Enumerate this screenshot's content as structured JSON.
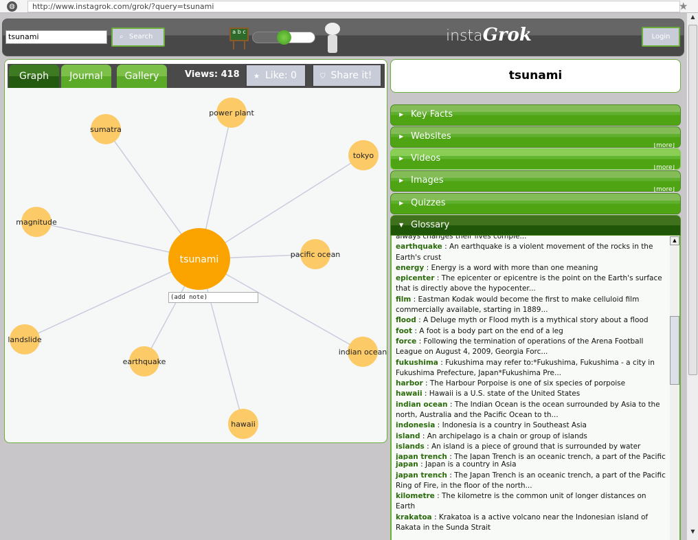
{
  "browser": {
    "url": "http://www.instagrok.com/grok/?query=tsunami"
  },
  "header": {
    "search_value": "tsunami",
    "search_label": "Search",
    "board_text": "a b c",
    "logo_a": "insta",
    "logo_b": "Grok",
    "login_label": "Login",
    "slider_level": 0.45
  },
  "graph_panel": {
    "tabs": [
      {
        "label": "Graph"
      },
      {
        "label": "Journal"
      },
      {
        "label": "Gallery"
      }
    ],
    "views": "Views: 418",
    "like_label": "Like: 0",
    "share_label": "Share it!",
    "note_placeholder": "(add note)",
    "center": "tsunami",
    "nodes": [
      "power plant",
      "sumatra",
      "tokyo",
      "magnitude",
      "pacific ocean",
      "landslide",
      "earthquake",
      "indian ocean",
      "hawaii"
    ]
  },
  "right": {
    "title": "tsunami",
    "sections": [
      {
        "label": "Key Facts",
        "more": ""
      },
      {
        "label": "Websites",
        "more": "[more]"
      },
      {
        "label": "Videos",
        "more": "[more]"
      },
      {
        "label": "Images",
        "more": "[more]"
      },
      {
        "label": "Quizzes",
        "more": ""
      },
      {
        "label": "Glossary",
        "more": ""
      }
    ],
    "glossary_top_fragment": "always changes their lives comple...",
    "glossary": [
      {
        "term": "earthquake",
        "def": "An earthquake is a violent movement of the rocks in the Earth's crust"
      },
      {
        "term": "energy",
        "def": "Energy is a word with more than one meaning"
      },
      {
        "term": "epicenter",
        "def": "The epicenter or epicentre is the point on the Earth's surface that is directly above the hypocenter..."
      },
      {
        "term": "film",
        "def": "Eastman Kodak would become the first to make celluloid film commercially available, starting in 1889..."
      },
      {
        "term": "flood",
        "def": "A Deluge myth or Flood myth is a mythical story about a flood"
      },
      {
        "term": "foot",
        "def": "A foot is a body part on the end of a leg"
      },
      {
        "term": "force",
        "def": "Following the termination of operations of the Arena Football League on August 4, 2009, Georgia Forc..."
      },
      {
        "term": "fukushima",
        "def": "Fukushima may refer to:*Fukushima, Fukushima - a city in Fukushima Prefecture, Japan*Fukushima Pre..."
      },
      {
        "term": "harbor",
        "def": "The Harbour Porpoise is one of six species of porpoise"
      },
      {
        "term": "hawaii",
        "def": "Hawaii is a U.S. state of the United States"
      },
      {
        "term": "indian ocean",
        "def": "The Indian Ocean is the ocean surrounded by Asia to the north, Australia and the Pacific Ocean to th..."
      },
      {
        "term": "indonesia",
        "def": "Indonesia is a country in Southeast Asia"
      },
      {
        "term": "island",
        "def": "An archipelago is a chain or group of islands"
      },
      {
        "term": "islands",
        "def": "An island is a piece of ground that is surrounded by water"
      },
      {
        "term": "japan trench",
        "def": "The Japan Trench is an oceanic trench, a part of the Pacific",
        "clipped": true
      },
      {
        "term": "japan",
        "def": "Japan is a country in Asia"
      },
      {
        "term": "japan trench",
        "def": "The Japan Trench is an oceanic trench, a part of the Pacific Ring of Fire, in the floor of the north..."
      },
      {
        "term": "kilometre",
        "def": "The kilometre is the common unit of longer distances on Earth"
      },
      {
        "term": "krakatoa",
        "def": "Krakatoa is a active volcano near the Indonesian island of Rakata in the Sunda Strait"
      }
    ]
  },
  "colors": {
    "accent": "#4fa413",
    "node": "#fdca68",
    "center": "#fba400",
    "term": "#2a6a0a"
  }
}
